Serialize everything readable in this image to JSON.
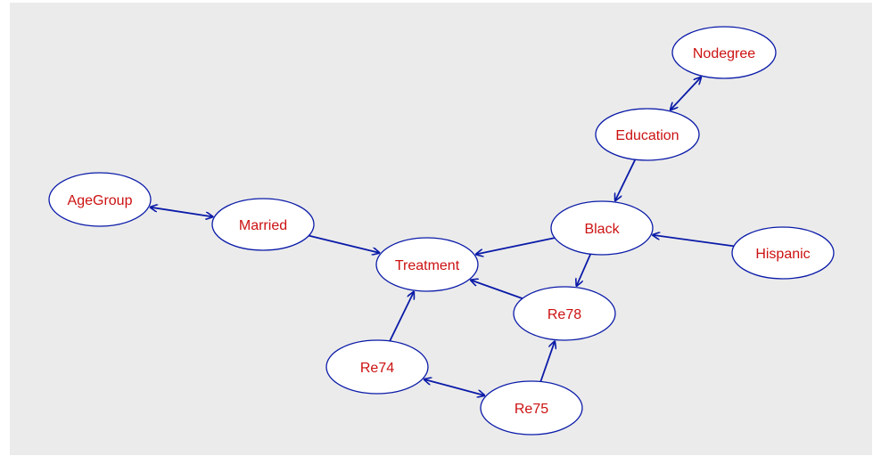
{
  "colors": {
    "background": "#ebebeb",
    "node_stroke": "#0a1aa8",
    "node_fill": "#ffffff",
    "label": "#cc1111",
    "edge": "#0a1aa8"
  },
  "diagram": {
    "nodes": [
      {
        "id": "nodegree",
        "label": "Nodegree"
      },
      {
        "id": "education",
        "label": "Education"
      },
      {
        "id": "agegroup",
        "label": "AgeGroup"
      },
      {
        "id": "married",
        "label": "Married"
      },
      {
        "id": "black",
        "label": "Black"
      },
      {
        "id": "hispanic",
        "label": "Hispanic"
      },
      {
        "id": "treatment",
        "label": "Treatment"
      },
      {
        "id": "re78",
        "label": "Re78"
      },
      {
        "id": "re74",
        "label": "Re74"
      },
      {
        "id": "re75",
        "label": "Re75"
      }
    ],
    "edges": [
      {
        "from": "nodegree",
        "to": "education",
        "type": "bidirected"
      },
      {
        "from": "education",
        "to": "black",
        "type": "directed"
      },
      {
        "from": "agegroup",
        "to": "married",
        "type": "bidirected"
      },
      {
        "from": "married",
        "to": "treatment",
        "type": "directed"
      },
      {
        "from": "black",
        "to": "treatment",
        "type": "directed"
      },
      {
        "from": "hispanic",
        "to": "black",
        "type": "directed"
      },
      {
        "from": "black",
        "to": "re78",
        "type": "directed"
      },
      {
        "from": "re78",
        "to": "treatment",
        "type": "directed"
      },
      {
        "from": "re74",
        "to": "treatment",
        "type": "directed"
      },
      {
        "from": "re74",
        "to": "re75",
        "type": "bidirected"
      },
      {
        "from": "re75",
        "to": "re78",
        "type": "directed"
      }
    ]
  }
}
